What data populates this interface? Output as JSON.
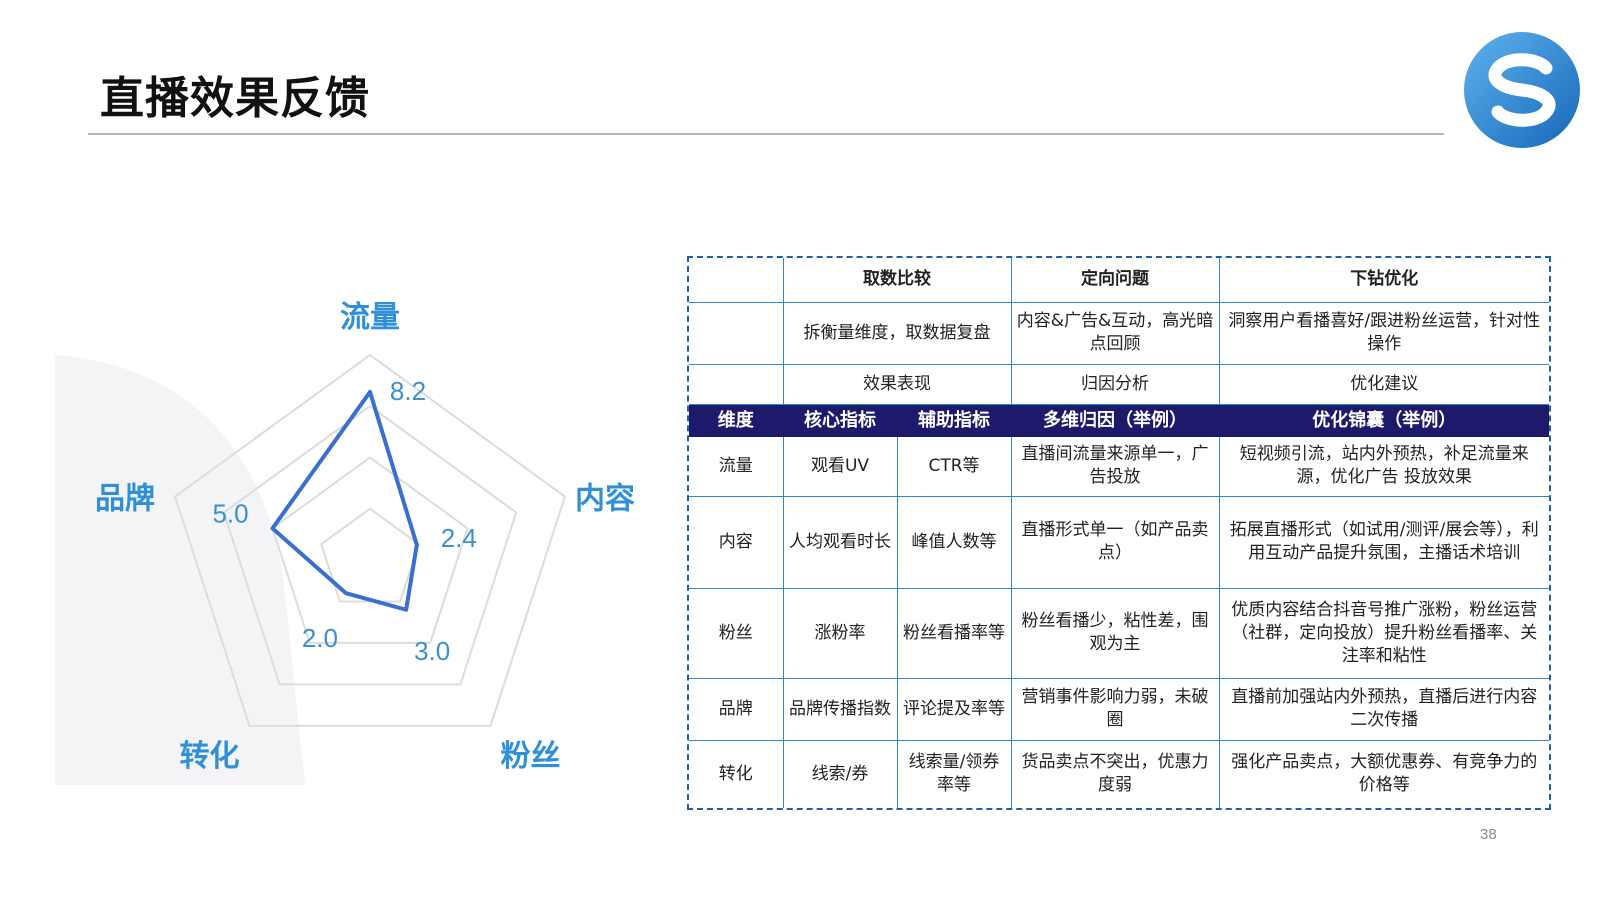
{
  "header": {
    "title": "直播效果反馈",
    "page_number": "38"
  },
  "radar": {
    "axes": [
      {
        "label": "流量",
        "value": 8.2,
        "value_label": "8.2"
      },
      {
        "label": "内容",
        "value": 2.4,
        "value_label": "2.4"
      },
      {
        "label": "粉丝",
        "value": 3.0,
        "value_label": "3.0"
      },
      {
        "label": "转化",
        "value": 2.0,
        "value_label": "2.0"
      },
      {
        "label": "品牌",
        "value": 5.0,
        "value_label": "5.0"
      }
    ],
    "max": 10,
    "ring_count": 4,
    "line_color": "#3a6fd0",
    "grid_color": "#dcdcdc"
  },
  "table": {
    "top_headers": [
      "取数比较",
      "定向问题",
      "下钻优化"
    ],
    "top_desc": [
      "拆衡量维度，取数据复盘",
      "内容&广告&互动，高光暗点回顾",
      "洞察用户看播喜好/跟进粉丝运营，针对性操作"
    ],
    "sub_headers": [
      "效果表现",
      "归因分析",
      "优化建议"
    ],
    "columns": [
      "维度",
      "核心指标",
      "辅助指标",
      "多维归因（举例）",
      "优化锦囊（举例）"
    ],
    "rows": [
      {
        "dim": "流量",
        "core": "观看UV",
        "aux": "CTR等",
        "cause": "直播间流量来源单一，广告投放",
        "advice": "短视频引流，站内外预热，补足流量来源，优化广告 投放效果"
      },
      {
        "dim": "内容",
        "core": "人均观看时长",
        "aux": "峰值人数等",
        "cause": "直播形式单一（如产品卖点）",
        "advice": "拓展直播形式（如试用/测评/展会等），利用互动产品提升氛围，主播话术培训"
      },
      {
        "dim": "粉丝",
        "core": "涨粉率",
        "aux": "粉丝看播率等",
        "cause": "粉丝看播少，粘性差，围观为主",
        "advice": "优质内容结合抖音号推广涨粉，粉丝运营（社群，定向投放）提升粉丝看播率、关注率和粘性"
      },
      {
        "dim": "品牌",
        "core": "品牌传播指数",
        "aux": "评论提及率等",
        "cause": "营销事件影响力弱，未破圈",
        "advice": "直播前加强站内外预热，直播后进行内容二次传播"
      },
      {
        "dim": "转化",
        "core": "线索/券",
        "aux": "线索量/领券率等",
        "cause": "货品卖点不突出，优惠力度弱",
        "advice": "强化产品卖点，大额优惠券、有竞争力的价格等"
      }
    ]
  }
}
